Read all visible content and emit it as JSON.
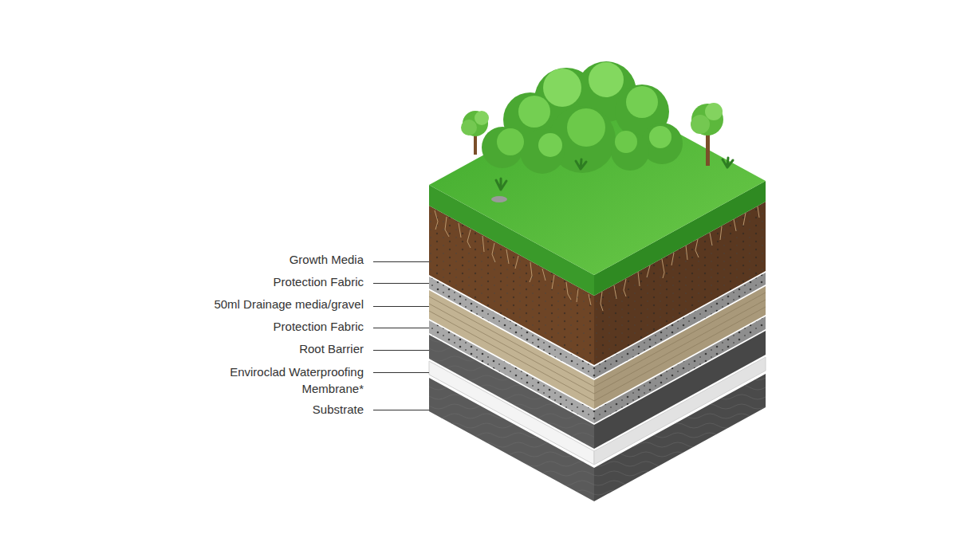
{
  "diagram": {
    "labels": [
      "Growth Media",
      "Protection Fabric",
      "50ml Drainage media/gravel",
      "Protection Fabric",
      "Root Barrier",
      "Enviroclad Waterproofing Membrane*",
      "Substrate"
    ]
  }
}
